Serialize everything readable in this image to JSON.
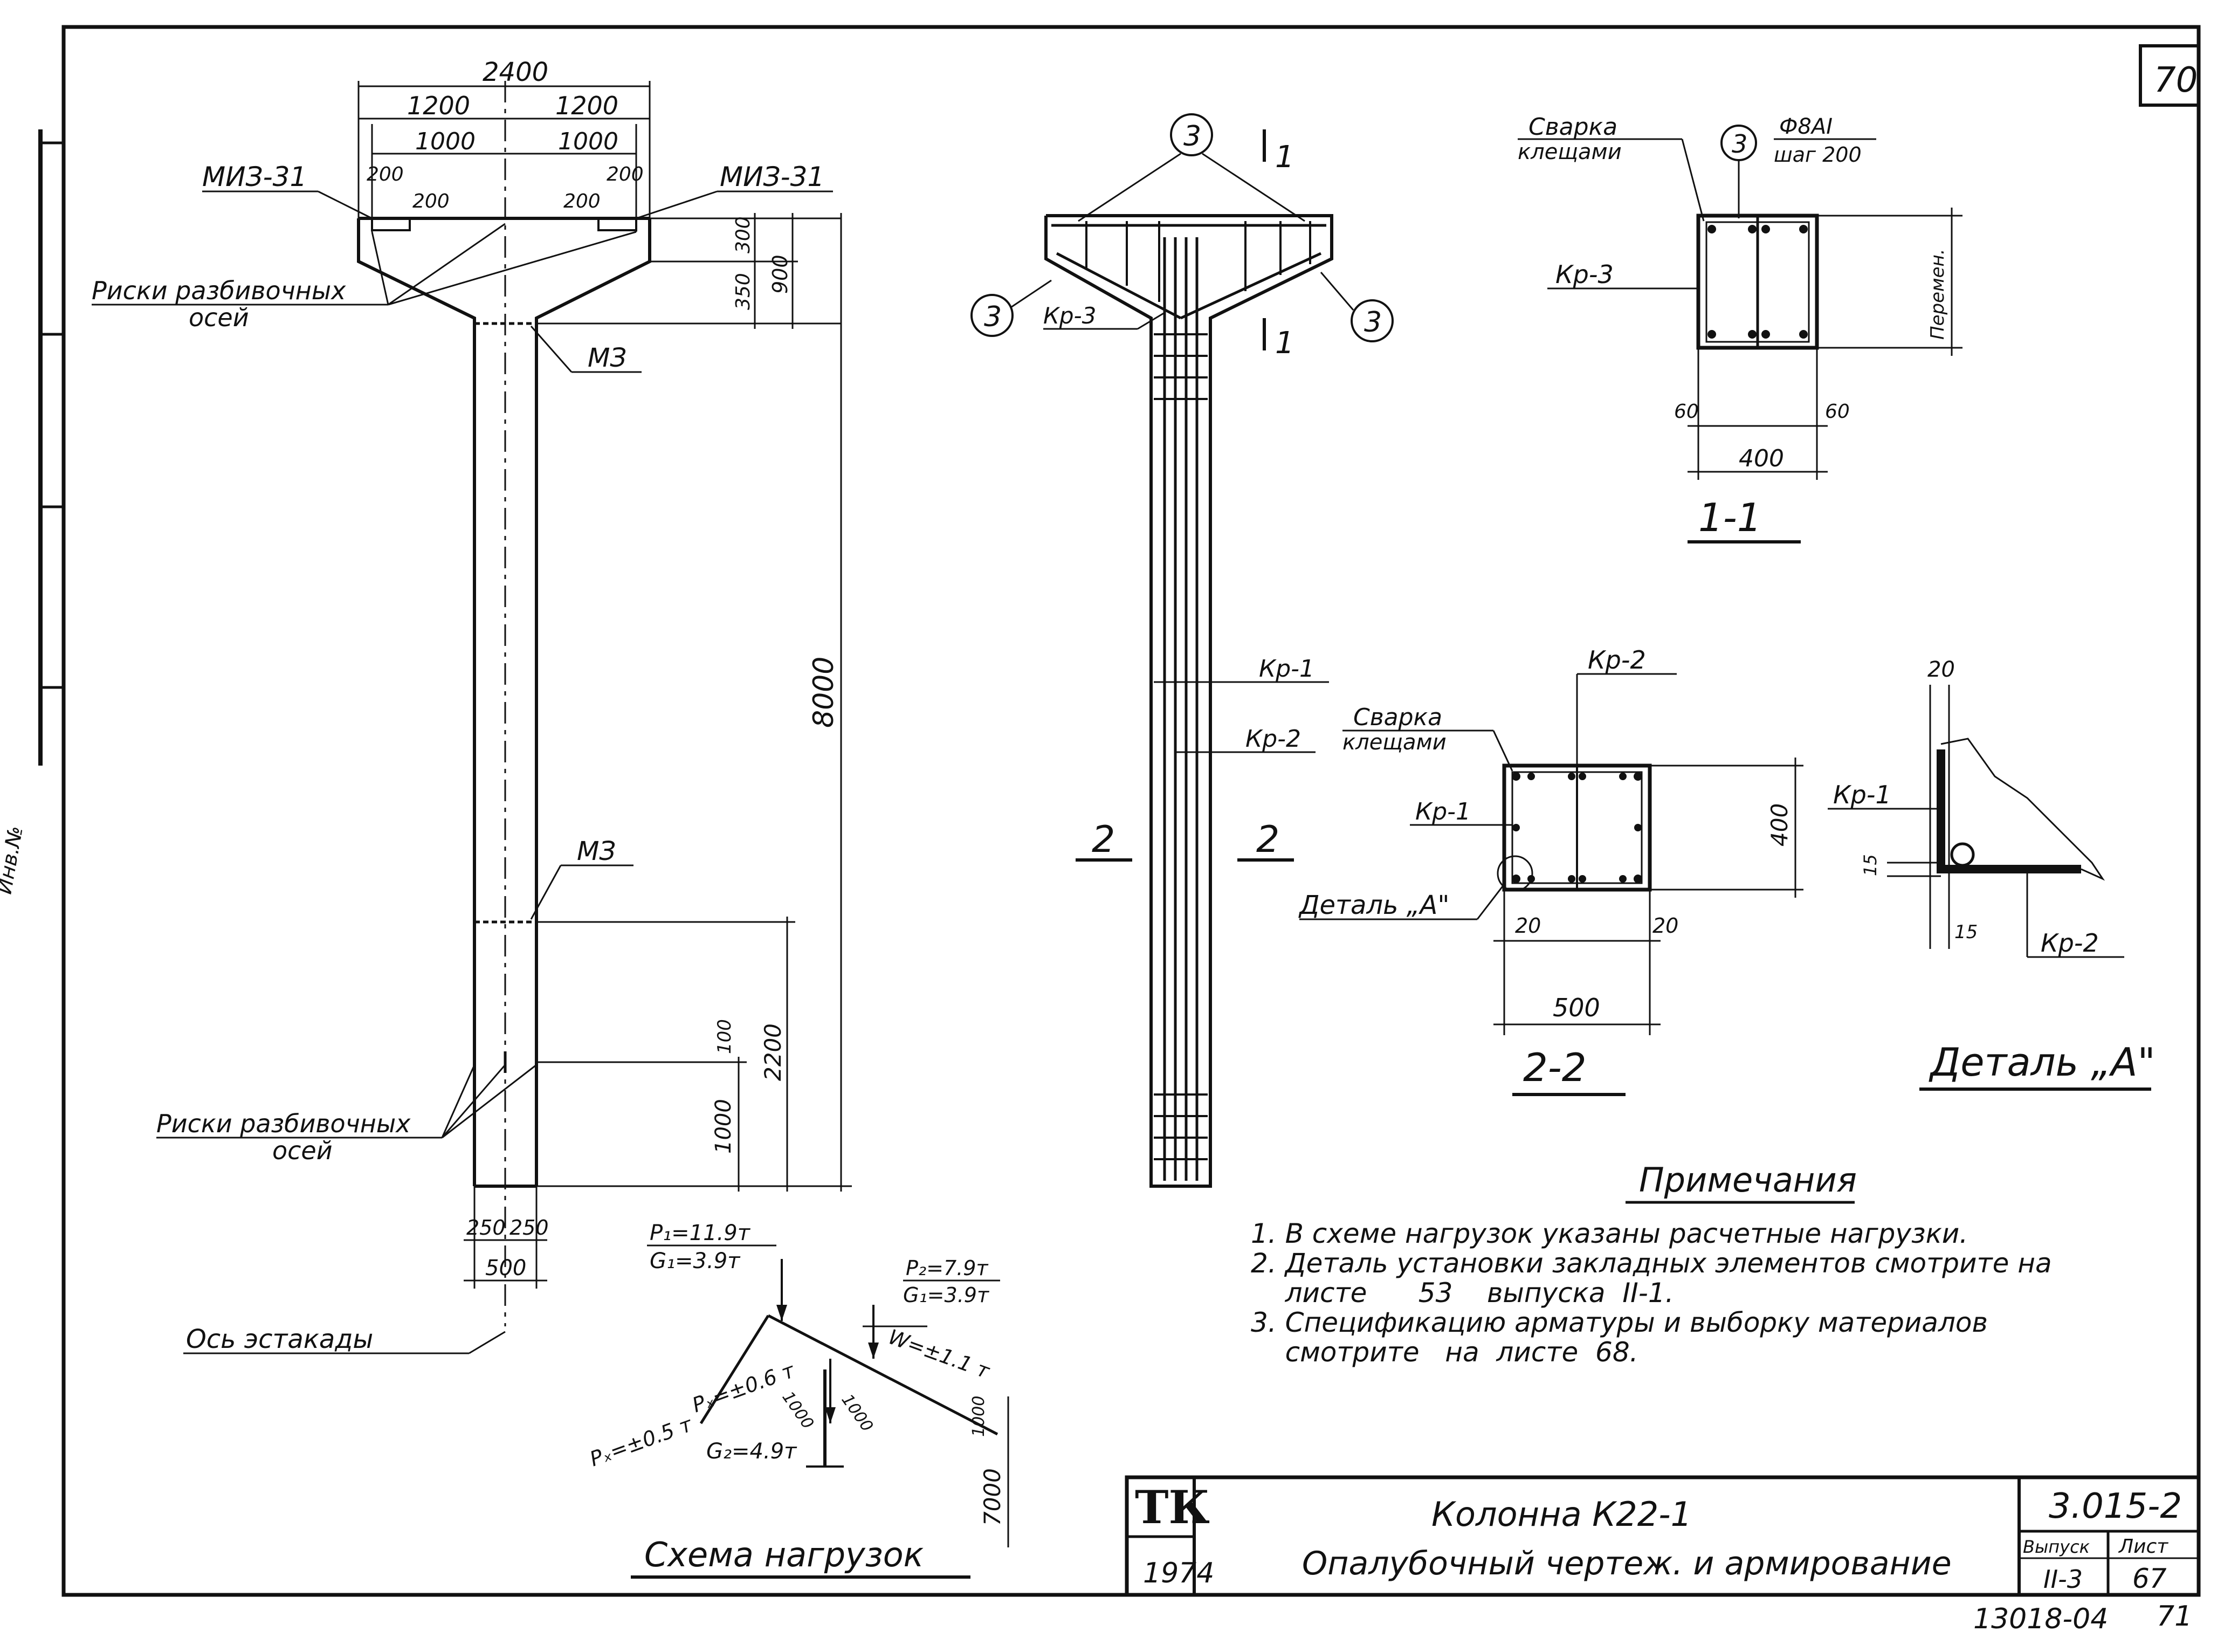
{
  "sheet_number_top": "70",
  "form_view": {
    "dim_total_width": "2400",
    "dim_half_left": "1200",
    "dim_half_right": "1200",
    "dim_inner_left": "1000",
    "dim_inner_right": "1000",
    "dim_small_a": "200",
    "dim_small_b": "200",
    "dim_small_c": "200",
    "dim_small_d": "200",
    "label_miz_left": "МИЗ-31",
    "label_miz_right": "МИЗ-31",
    "label_riski_top_1": "Риски разбивочных",
    "label_riski_top_2": "осей",
    "label_mz_top": "МЗ",
    "label_mz_mid": "МЗ",
    "dim_cap_300": "300",
    "dim_cap_350": "350",
    "dim_cap_900": "900",
    "dim_height_8000": "8000",
    "dim_100": "100",
    "dim_2200": "2200",
    "dim_1000": "1000",
    "label_riski_bottom_1": "Риски разбивочных",
    "label_riski_bottom_2": "осей",
    "dim_250_left": "250",
    "dim_250_right": "250",
    "dim_500": "500",
    "label_axis": "Ось эстакады"
  },
  "reinforcement_view": {
    "marker_3": "3",
    "section_1_mark": "1",
    "label_kr3": "Кр-3",
    "label_kr1": "Кр-1",
    "label_kr2": "Кр-2",
    "section_2_mark": "2"
  },
  "section_1_1": {
    "label_svarka_1": "Сварка",
    "label_svarka_2": "клещами",
    "marker_3": "3",
    "label_bar": "Ф8АI",
    "label_step": "шаг 200",
    "label_kr3": "Кр-3",
    "label_peremen": "Перемен.",
    "dim_60_left": "60",
    "dim_60_right": "60",
    "dim_400": "400",
    "title": "1-1"
  },
  "section_2_2": {
    "label_kr2": "Кр-2",
    "label_svarka_1": "Сварка",
    "label_svarka_2": "клещами",
    "label_kr1": "Кр-1",
    "label_detail": "Деталь „А\"",
    "dim_400": "400",
    "dim_20_left": "20",
    "dim_20_right": "20",
    "dim_500": "500",
    "title": "2-2"
  },
  "detail_a": {
    "dim_20": "20",
    "label_kr1": "Кр-1",
    "dim_15_a": "15",
    "dim_15_b": "15",
    "label_kr2": "Кр-2",
    "title": "Деталь „А\""
  },
  "load_scheme": {
    "p1": "P₁=11.9т",
    "g1_left": "G₁=3.9т",
    "p2": "P₂=7.9т",
    "g1_right": "G₁=3.9т",
    "w": "W=±1.1 т",
    "px_a": "Pₓ=±0.6 т",
    "px_b": "Pₓ=±0.5 т",
    "d1000_a": "1000",
    "d1000_b": "1000",
    "d1000_c": "1000",
    "g2": "G₂=4.9т",
    "d7000": "7000",
    "title": "Схема нагрузок"
  },
  "notes": {
    "title": "Примечания",
    "lines": [
      "1. В схеме нагрузок указаны расчетные нагрузки.",
      "2. Деталь установки закладных элементов смотрите на",
      "    листе      53    выпуска  II-1.",
      "3. Спецификацию арматуры и выборку материалов",
      "    смотрите   на  листе  68."
    ]
  },
  "title_block": {
    "logo": "ТК",
    "year": "1974",
    "name_line_1": "Колонна К22-1",
    "name_line_2": "Опалубочный чертеж. и армирование",
    "code": "3.015-2",
    "issue_label": "Выпуск",
    "issue_value": "II-3",
    "sheet_label": "Лист",
    "sheet_value": "67"
  },
  "footer": {
    "archive_code": "13018-04",
    "page": "71"
  },
  "side_stamp": "Инв.№"
}
